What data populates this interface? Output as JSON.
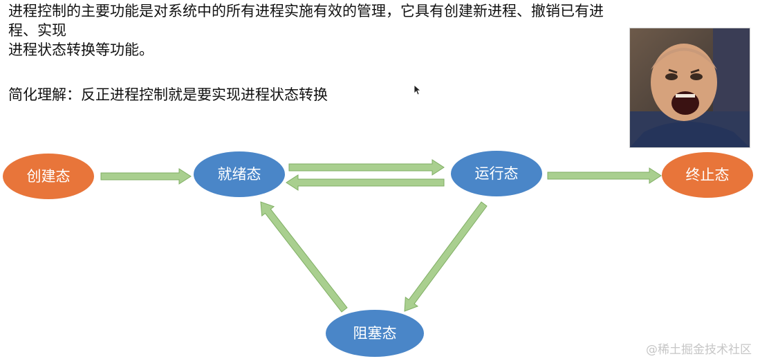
{
  "text": {
    "intro_line1": "进程控制的主要功能是对系统中的所有进程实施有效的管理，它具有创建新进程、撤销已有进程、实现",
    "intro_line2": "进程状态转换等功能。",
    "simplified": "简化理解：反正进程控制就是要实现进程状态转换"
  },
  "diagram": {
    "nodes": {
      "create": "创建态",
      "ready": "就绪态",
      "running": "运行态",
      "terminated": "终止态",
      "blocked": "阻塞态"
    },
    "edges": [
      {
        "from": "create",
        "to": "ready"
      },
      {
        "from": "ready",
        "to": "running"
      },
      {
        "from": "running",
        "to": "ready"
      },
      {
        "from": "running",
        "to": "terminated"
      },
      {
        "from": "running",
        "to": "blocked"
      },
      {
        "from": "blocked",
        "to": "ready"
      }
    ],
    "colors": {
      "start_end_node": "#e8753a",
      "state_node": "#4a86c8",
      "arrow_fill": "#a9cf8f",
      "arrow_stroke": "#7fae63"
    }
  },
  "watermark": "@稀土掘金技术社区"
}
